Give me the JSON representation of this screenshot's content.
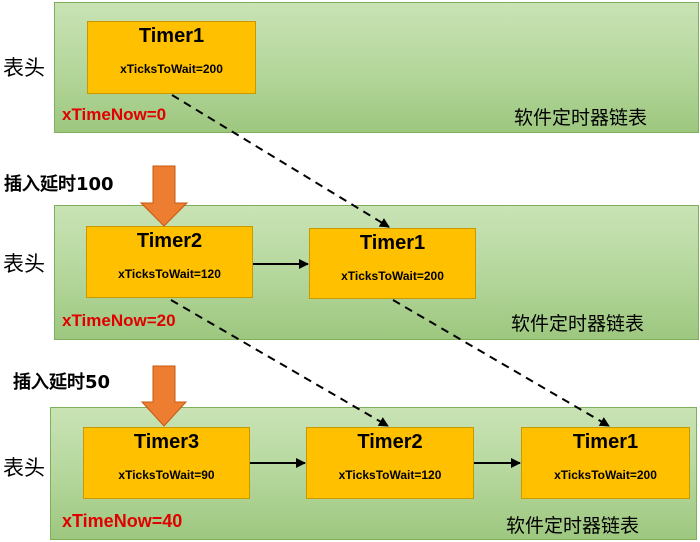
{
  "list_head_label": "表头",
  "list_name": "软件定时器链表",
  "rows": [
    {
      "time_now": "xTimeNow=0",
      "timers": [
        {
          "name": "Timer1",
          "ticks": "xTicksToWait=200"
        }
      ]
    },
    {
      "insert_label": "插入延时100",
      "time_now": "xTimeNow=20",
      "timers": [
        {
          "name": "Timer2",
          "ticks": "xTicksToWait=120"
        },
        {
          "name": "Timer1",
          "ticks": "xTicksToWait=200"
        }
      ]
    },
    {
      "insert_label": "插入延时50",
      "time_now": "xTimeNow=40",
      "timers": [
        {
          "name": "Timer3",
          "ticks": "xTicksToWait=90"
        },
        {
          "name": "Timer2",
          "ticks": "xTicksToWait=120"
        },
        {
          "name": "Timer1",
          "ticks": "xTicksToWait=200"
        }
      ]
    }
  ],
  "colors": {
    "panel_green": "#b3d69a",
    "timer_box": "#ffc000",
    "insert_arrow": "#ed7d31",
    "time_now_text": "#e00000"
  }
}
